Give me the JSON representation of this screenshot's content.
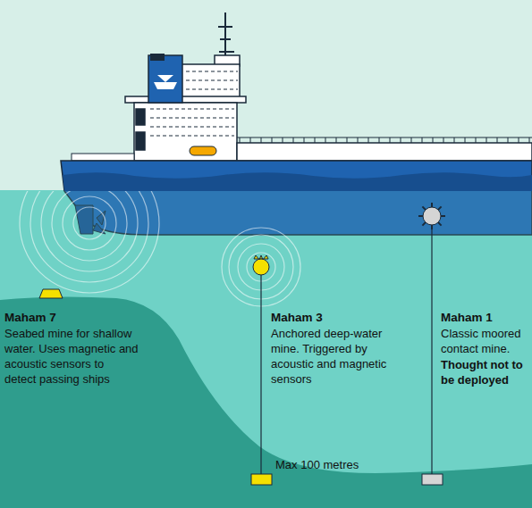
{
  "diagram": {
    "labels": [
      "Maham 7",
      "Seabed mine for shallow water. Uses magnetic and acoustic sensors to detect passing ships",
      "Maham 3",
      "Anchored deep-water mine. Triggered by acoustic and magnetic sensors",
      "Maham 1",
      "Classic moored contact mine.",
      "Thought not to be deployed",
      "Max 100 metres"
    ]
  }
}
